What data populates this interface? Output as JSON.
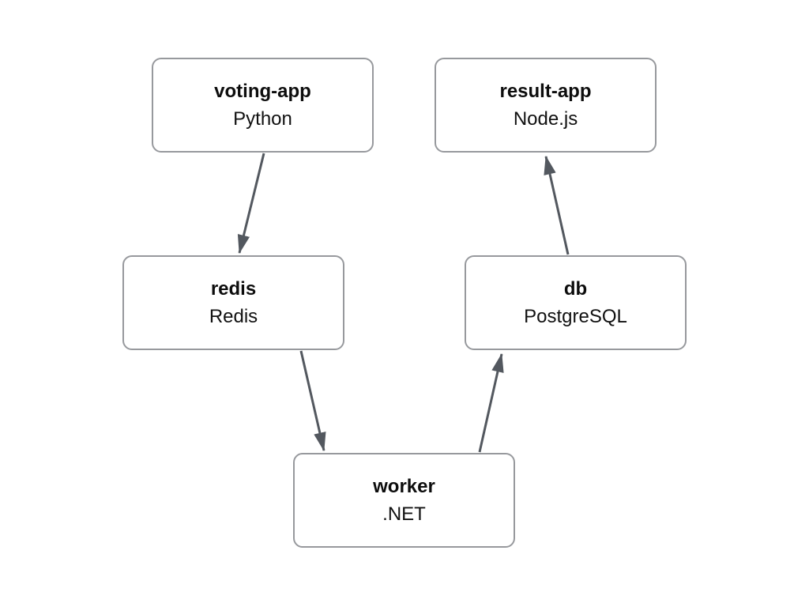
{
  "diagram": {
    "nodes": {
      "voting_app": {
        "title": "voting-app",
        "subtitle": "Python"
      },
      "result_app": {
        "title": "result-app",
        "subtitle": "Node.js"
      },
      "redis": {
        "title": "redis",
        "subtitle": "Redis"
      },
      "db": {
        "title": "db",
        "subtitle": "PostgreSQL"
      },
      "worker": {
        "title": "worker",
        "subtitle": ".NET"
      }
    },
    "edges": [
      {
        "from": "voting-app",
        "to": "redis"
      },
      {
        "from": "redis",
        "to": "worker"
      },
      {
        "from": "worker",
        "to": "db"
      },
      {
        "from": "db",
        "to": "result-app"
      }
    ],
    "colors": {
      "background": "#ffffff",
      "node_fill": "#ffffff",
      "node_border": "#97999d",
      "arrow": "#53585f",
      "text": "#111111"
    }
  }
}
